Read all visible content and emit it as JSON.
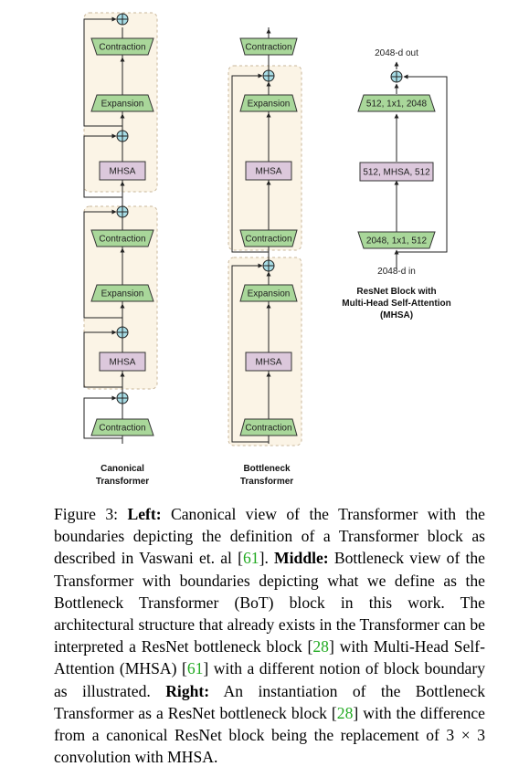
{
  "diagram": {
    "left": {
      "blocks": [
        "Contraction",
        "Expansion",
        "MHSA",
        "Contraction",
        "Expansion",
        "MHSA",
        "Contraction"
      ],
      "caption_line1": "Canonical",
      "caption_line2": "Transformer"
    },
    "middle": {
      "blocks": [
        "Contraction",
        "Expansion",
        "MHSA",
        "Contraction",
        "Expansion",
        "MHSA",
        "Contraction"
      ],
      "caption_line1": "Bottleneck",
      "caption_line2": "Transformer"
    },
    "right": {
      "out_label": "2048-d out",
      "in_label": "2048-d in",
      "block_top": "512, 1x1, 2048",
      "block_mid": "512, MHSA, 512",
      "block_bottom": "2048, 1x1, 512",
      "caption_line1": "ResNet Block with",
      "caption_line2": "Multi-Head Self-Attention",
      "caption_line3": "(MHSA)"
    },
    "colors": {
      "trapezoid": "#a9d79a",
      "mhsa_box": "#dcc8dc",
      "add_node": "#a8dde6",
      "block_boundary": "#fbf4e6"
    }
  },
  "caption": {
    "lead": "Figure 3: ",
    "left_head": "Left:",
    "p1": " Canonical view of the Transformer with the boundaries depicting the definition of a Transformer block as described in Vaswani et. al [",
    "cite1": "61",
    "p2": "]. ",
    "middle_head": "Middle:",
    "p3": " Bottleneck view of the Transformer with boundaries depicting what we define as the Bottleneck Transformer (BoT) block in this work. The architectural structure that already exists in the Transformer can be interpreted a ResNet bottleneck block [",
    "cite2": "28",
    "p4": "] with Multi-Head Self-Attention (MHSA) [",
    "cite3": "61",
    "p5": "] with a different notion of block boundary as illustrated. ",
    "right_head": "Right:",
    "p6": " An instantiation of the Bottleneck Transformer as a ResNet bottleneck block [",
    "cite4": "28",
    "p7": "] with the difference from a canonical ResNet block being the replacement of 3 × 3 convolution with MHSA."
  }
}
